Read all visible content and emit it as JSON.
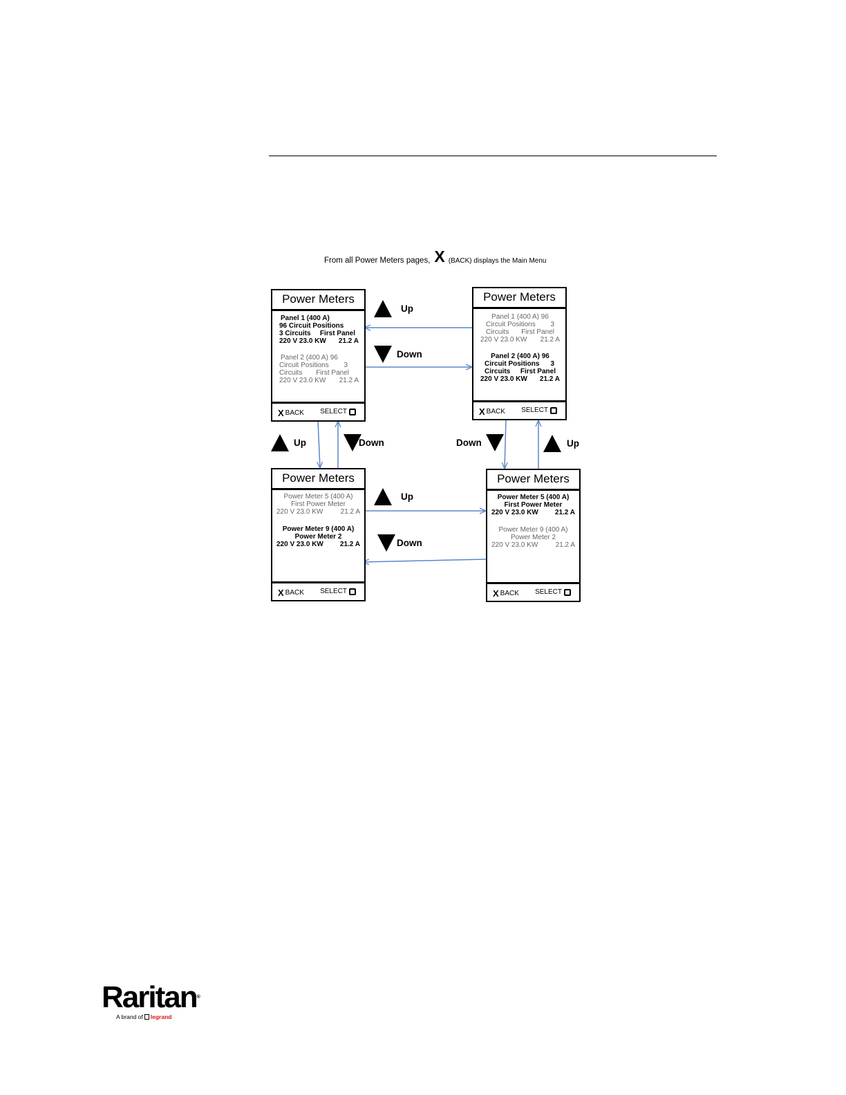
{
  "caption": {
    "prefix": "From all Power Meters pages,",
    "x_glyph": "X",
    "suffix": "(BACK) displays the Main Menu"
  },
  "screen_title": "Power Meters",
  "footer": {
    "back_glyph": "X",
    "back_label": "BACK",
    "select_label": "SELECT"
  },
  "screens": {
    "tl": {
      "b1": {
        "l1": "Panel 1 (400 A)",
        "l2": "96 Circuit Positions",
        "l3a": "3 Circuits",
        "l3b": "First Panel",
        "l4a": "220 V 23.0 KW",
        "l4b": "21.2 A"
      },
      "b2": {
        "l1": "Panel 2 (400 A) 96",
        "l2a": "Circuit Positions",
        "l2b": "3",
        "l3a": "Circuits",
        "l3b": "First Panel",
        "l4a": "220 V 23.0 KW",
        "l4b": "21.2 A"
      }
    },
    "tr": {
      "b1": {
        "l1": "Panel 1 (400 A) 96",
        "l2a": "Circuit Positions",
        "l2b": "3",
        "l3a": "Circuits",
        "l3b": "First Panel",
        "l4a": "220 V 23.0 KW",
        "l4b": "21.2 A"
      },
      "b2": {
        "l1": "Panel 2 (400 A) 96",
        "l2a": "Circuit Positions",
        "l2b": "3",
        "l3a": "Circuits",
        "l3b": "First Panel",
        "l4a": "220 V 23.0 KW",
        "l4b": "21.2 A"
      }
    },
    "bl": {
      "b1": {
        "l1": "Power Meter 5 (400 A)",
        "l2": "First Power Meter",
        "l3a": "220 V 23.0 KW",
        "l3b": "21.2 A"
      },
      "b2": {
        "l1": "Power Meter 9 (400 A)",
        "l2": "Power Meter 2",
        "l3a": "220 V 23.0 KW",
        "l3b": "21.2 A"
      }
    },
    "br": {
      "b1": {
        "l1": "Power Meter 5 (400 A)",
        "l2": "First Power Meter",
        "l3a": "220 V 23.0 KW",
        "l3b": "21.2 A"
      },
      "b2": {
        "l1": "Power Meter 9 (400 A)",
        "l2": "Power Meter 2",
        "l3a": "220 V 23.0 KW",
        "l3b": "21.2 A"
      }
    }
  },
  "nav": {
    "up": "Up",
    "down": "Down"
  },
  "colors": {
    "arrow": "#5b87c6"
  },
  "logo": {
    "name": "Raritan",
    "reg": "®",
    "tagline": "A brand of",
    "brand": "legrand"
  }
}
